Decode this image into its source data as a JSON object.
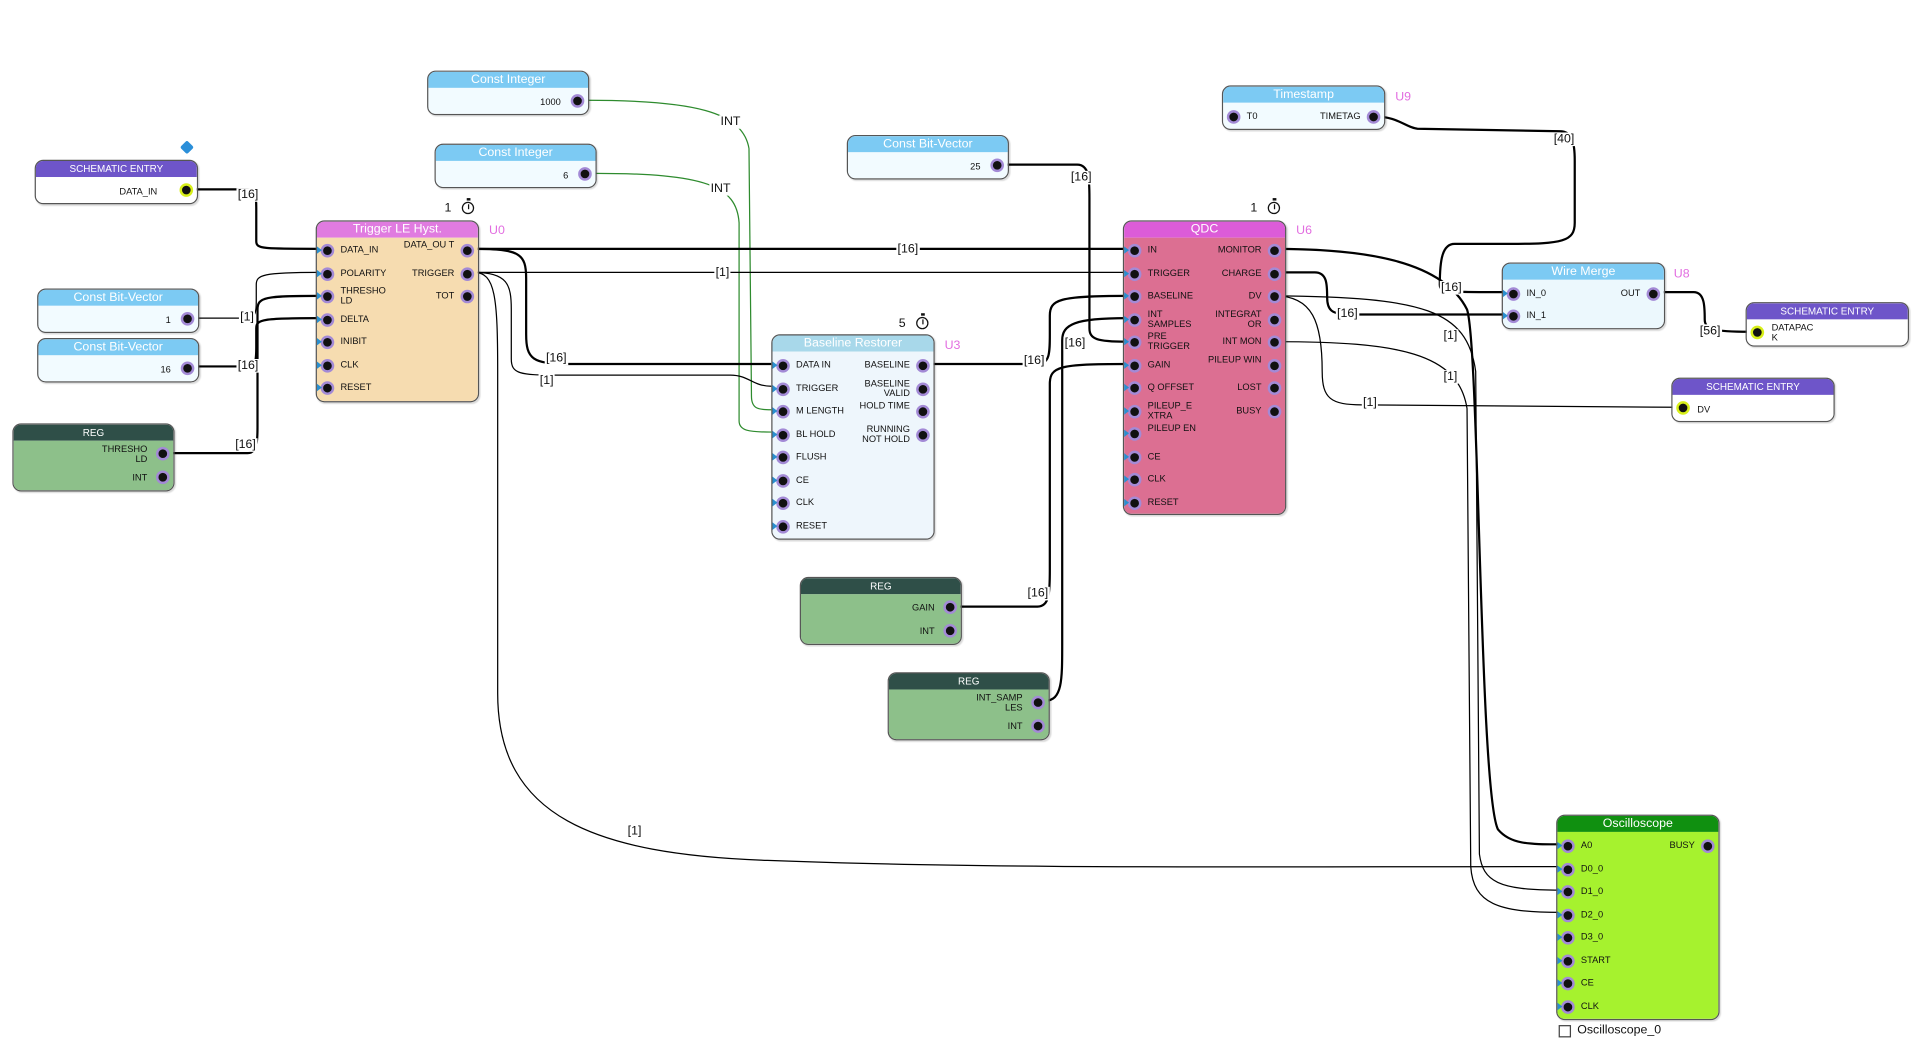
{
  "colors": {
    "const_header": "#7ccaf3",
    "const_body": "#f2fbff",
    "schematic_header": "#6e55c9",
    "reg_header": "#2f4f48",
    "reg_body": "#8dc08a",
    "trigger_header": "#e07be0",
    "trigger_body": "#f6dcb0",
    "baseline_header": "#a8d8ea",
    "baseline_body": "#eef6fc",
    "qdc_header": "#dc5cd8",
    "qdc_body": "#dc6f92",
    "merge_header": "#7ccaf3",
    "merge_body": "#ecf8fd",
    "scope_header": "#109010",
    "scope_body": "#a6f22e"
  },
  "blocks": {
    "const_int_1000": {
      "title": "Const Integer",
      "value": "1000"
    },
    "const_int_6": {
      "title": "Const Integer",
      "value": "6"
    },
    "const_bv_25": {
      "title": "Const Bit-Vector",
      "value": "25"
    },
    "const_bv_1": {
      "title": "Const Bit-Vector",
      "value": "1"
    },
    "const_bv_16": {
      "title": "Const Bit-Vector",
      "value": "16"
    },
    "schematic_in": {
      "title": "SCHEMATIC ENTRY",
      "port": "DATA_IN"
    },
    "schematic_datapack": {
      "title": "SCHEMATIC ENTRY",
      "port": "DATAPAC K"
    },
    "schematic_dv": {
      "title": "SCHEMATIC ENTRY",
      "port": "DV"
    },
    "reg_threshold": {
      "title": "REG",
      "ports": [
        "THRESHO LD",
        "INT"
      ]
    },
    "reg_gain": {
      "title": "REG",
      "ports": [
        "GAIN",
        "INT"
      ]
    },
    "reg_int_samples": {
      "title": "REG",
      "ports": [
        "INT_SAMP LES",
        "INT"
      ]
    },
    "trigger": {
      "title": "Trigger LE Hyst.",
      "uid": "U0",
      "count": "1",
      "inputs": [
        "DATA_IN",
        "POLARITY",
        "THRESHO LD",
        "DELTA",
        "INIBIT",
        "CLK",
        "RESET"
      ],
      "outputs": [
        "DATA_OU T",
        "TRIGGER",
        "TOT"
      ]
    },
    "baseline": {
      "title": "Baseline Restorer",
      "uid": "U3",
      "count": "5",
      "inputs": [
        "DATA IN",
        "TRIGGER",
        "M LENGTH",
        "BL HOLD",
        "FLUSH",
        "CE",
        "CLK",
        "RESET"
      ],
      "outputs": [
        "BASELINE",
        "BASELINE VALID",
        "HOLD TIME",
        "RUNNING NOT HOLD"
      ]
    },
    "qdc": {
      "title": "QDC",
      "uid": "U6",
      "count": "1",
      "inputs": [
        "IN",
        "TRIGGER",
        "BASELINE",
        "INT SAMPLES",
        "PRE TRIGGER",
        "GAIN",
        "Q OFFSET",
        "PILEUP_E XTRA",
        "PILEUP EN",
        "CE",
        "CLK",
        "RESET"
      ],
      "outputs": [
        "MONITOR",
        "CHARGE",
        "DV",
        "INTEGRAT OR",
        "INT MON",
        "PILEUP WIN",
        "LOST",
        "BUSY"
      ]
    },
    "timestamp": {
      "title": "Timestamp",
      "uid": "U9",
      "inputs": [
        "T0"
      ],
      "outputs": [
        "TIMETAG"
      ]
    },
    "wire_merge": {
      "title": "Wire Merge",
      "uid": "U8",
      "inputs": [
        "IN_0",
        "IN_1"
      ],
      "outputs": [
        "OUT"
      ]
    },
    "oscilloscope": {
      "title": "Oscilloscope",
      "instance": "Oscilloscope_0",
      "inputs": [
        "A0",
        "D0_0",
        "D1_0",
        "D2_0",
        "D3_0",
        "START",
        "CE",
        "CLK"
      ],
      "outputs": [
        "BUSY"
      ]
    }
  },
  "wire_labels": {
    "int_a": "INT",
    "int_b": "INT",
    "w16_data_in": "[16]",
    "w1_polarity": "[1]",
    "w16_delta": "[16]",
    "w16_thresh": "[16]",
    "w16_dataout_qdc": "[16]",
    "w1_trigger_qdc": "[1]",
    "w16_dataout_bl": "[16]",
    "w1_trigger_bl": "[1]",
    "w16_baseline": "[16]",
    "w16_bv25": "[16]",
    "w16_int_samples": "[16]",
    "w16_gain": "[16]",
    "w40_timetag": "[40]",
    "w16_monitor": "[16]",
    "w16_charge": "[16]",
    "w56_merge": "[56]",
    "w1_dv_a": "[1]",
    "w1_dv_b": "[1]",
    "w1_dv_c": "[1]",
    "w1_scope_d0": "[1]"
  }
}
